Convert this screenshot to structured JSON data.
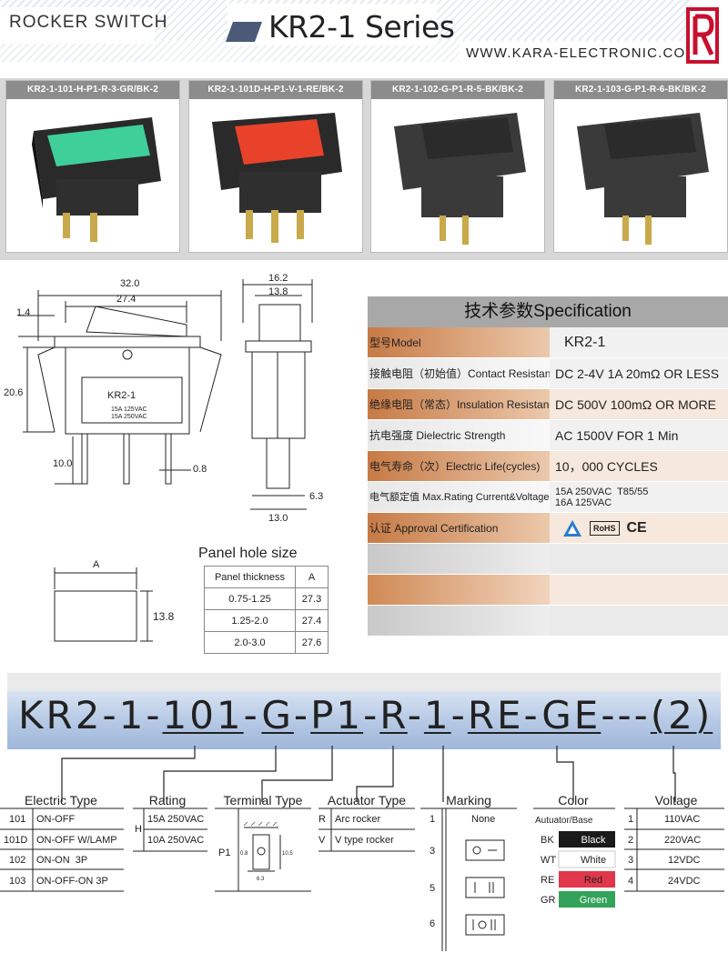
{
  "header": {
    "category": "ROCKER SWITCH",
    "series": "KR2-1 Series",
    "url": "WWW.KARA-ELECTRONIC.COM."
  },
  "products": [
    {
      "label": "KR2-1-101-H-P1-R-3-GR/BK-2",
      "rocker_color": "#3fcf99",
      "icon": "rocker-switch-green"
    },
    {
      "label": "KR2-1-101D-H-P1-V-1-RE/BK-2",
      "rocker_color": "#e8422a",
      "icon": "rocker-switch-red"
    },
    {
      "label": "KR2-1-102-G-P1-R-5-BK/BK-2",
      "rocker_color": "#2b2b2b",
      "icon": "rocker-switch-black"
    },
    {
      "label": "KR2-1-103-G-P1-R-6-BK/BK-2",
      "rocker_color": "#2b2b2b",
      "icon": "rocker-switch-black"
    }
  ],
  "front_drawing": {
    "dim_32": "32.0",
    "dim_27": "27.4",
    "dim_1_4": "1.4",
    "dim_20_6": "20.6",
    "dim_10": "10.0",
    "dim_0_8": "0.8",
    "label": "KR2-1",
    "rating1": "15A 125VAC",
    "rating2": "15A 250VAC"
  },
  "side_drawing": {
    "dim_16_2": "16.2",
    "dim_13_8": "13.8",
    "dim_6_3": "6.3",
    "dim_13": "13.0"
  },
  "spec": {
    "title": "技术参数Specification",
    "rows": [
      {
        "key": "型号Model",
        "value": "KR2-1"
      },
      {
        "key": "接触电阻（初始值）Contact Resistance",
        "value": "DC 2-4V 1A 20mΩ OR LESS"
      },
      {
        "key": "绝缘电阻（常态）Insulation Resistance",
        "value": "DC 500V 100mΩ OR MORE"
      },
      {
        "key": "抗电强度 Dielectric Strength",
        "value": "AC 1500V FOR 1 Min"
      },
      {
        "key": "电气寿命（次）Electric Life(cycles)",
        "value": "10，000 CYCLES"
      },
      {
        "key": "电气额定值 Max.Rating Current&Voltage",
        "value": "15A 250VAC  T85/55\n16A 125VAC"
      },
      {
        "key": "认证 Approval Certification",
        "value": ""
      }
    ],
    "cert_rohs": "RoHS",
    "cert_ce": "CE"
  },
  "panel_hole": {
    "title": "Panel hole size",
    "dim_a": "A",
    "dim_h": "13.8",
    "headers": [
      "Panel thickness",
      "A"
    ],
    "rows": [
      [
        "0.75-1.25",
        "27.3"
      ],
      [
        "1.25-2.0",
        "27.4"
      ],
      [
        "2.0-3.0",
        "27.6"
      ]
    ]
  },
  "part_number": {
    "parts": [
      "KR2-1-",
      "101",
      "-",
      "G",
      "-",
      "P1",
      "-",
      "R",
      "-",
      "1",
      "-",
      "RE-GE",
      "---",
      "(2)"
    ]
  },
  "legend": {
    "electric": {
      "title": "Electric Type",
      "rows": [
        [
          "101",
          "ON-OFF"
        ],
        [
          "101D",
          "ON-OFF W/LAMP"
        ],
        [
          "102",
          "ON-ON  3P"
        ],
        [
          "103",
          "ON-OFF-ON 3P"
        ]
      ]
    },
    "rating": {
      "title": "Rating",
      "code": "H",
      "rows": [
        "15A 250VAC",
        "10A 250VAC"
      ]
    },
    "terminal": {
      "title": "Terminal Type",
      "code": "P1",
      "d1": "0.8",
      "d2": "10.5",
      "d3": "6.3"
    },
    "actuator": {
      "title": "Actuator Type",
      "rows": [
        [
          "R",
          "Arc rocker"
        ],
        [
          "V",
          "V type rocker"
        ]
      ]
    },
    "marking": {
      "title": "Marking",
      "rows": [
        [
          "1",
          "None"
        ],
        [
          "3",
          ""
        ],
        [
          "5",
          ""
        ],
        [
          "6",
          ""
        ]
      ]
    },
    "color": {
      "title": "Color",
      "subtitle": "Autuator/Base",
      "rows": [
        {
          "code": "BK",
          "name": "Black",
          "color": "#1a1a1a"
        },
        {
          "code": "WT",
          "name": "White",
          "color": "#ffffff"
        },
        {
          "code": "RE",
          "name": "Red",
          "color": "#e0384a"
        },
        {
          "code": "GR",
          "name": "Green",
          "color": "#33a35a"
        }
      ]
    },
    "voltage": {
      "title": "Voltage",
      "rows": [
        [
          "1",
          "110VAC"
        ],
        [
          "2",
          "220VAC"
        ],
        [
          "3",
          "12VDC"
        ],
        [
          "4",
          "24VDC"
        ]
      ]
    }
  }
}
